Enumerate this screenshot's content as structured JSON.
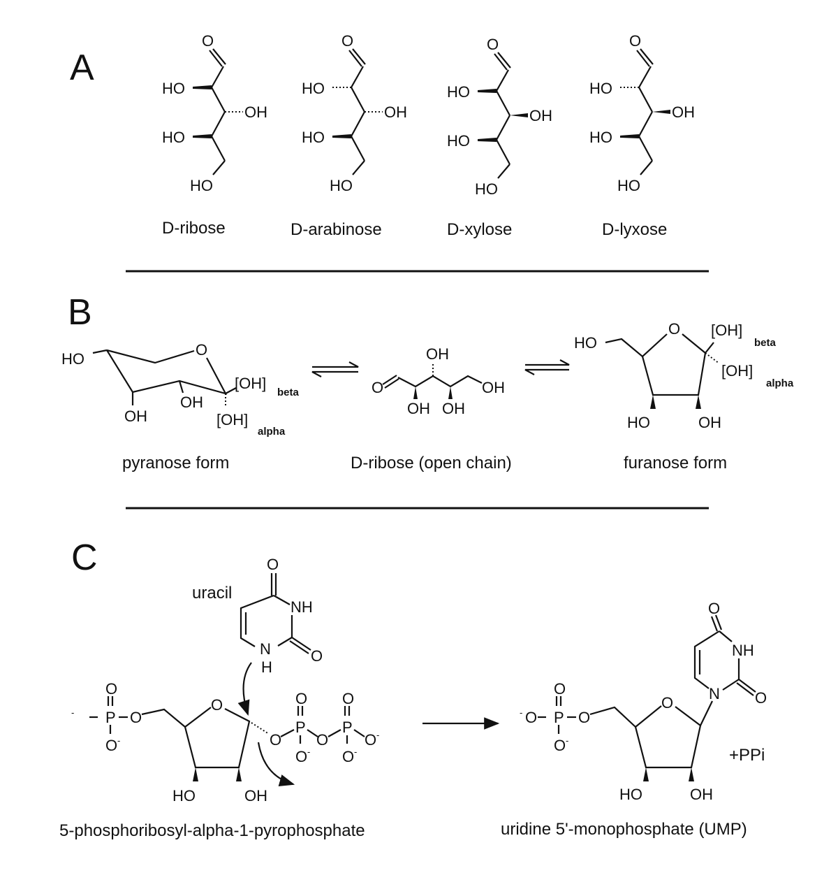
{
  "panels": {
    "a": "A",
    "b": "B",
    "c": "C"
  },
  "panel_a": {
    "sugars": [
      {
        "name": "D-ribose"
      },
      {
        "name": "D-arabinose"
      },
      {
        "name": "D-xylose"
      },
      {
        "name": "D-lyxose"
      }
    ],
    "atoms": {
      "o": "O",
      "ho": "HO",
      "oh": "OH"
    }
  },
  "panel_b": {
    "pyranose_label": "pyranose form",
    "open_chain_label": "D-ribose (open chain)",
    "furanose_label": "furanose form",
    "bracket_oh": "[OH]",
    "beta": "beta",
    "alpha": "alpha"
  },
  "panel_c": {
    "uracil_label": "uracil",
    "prpp_label": "5-phosphoribosyl-alpha-1-pyrophosphate",
    "ump_label": "uridine 5'-monophosphate (UMP)",
    "ppi_label": "+PPi",
    "atoms": {
      "p": "P",
      "nh": "NH",
      "n": "N",
      "h": "H",
      "minus": "-"
    }
  }
}
